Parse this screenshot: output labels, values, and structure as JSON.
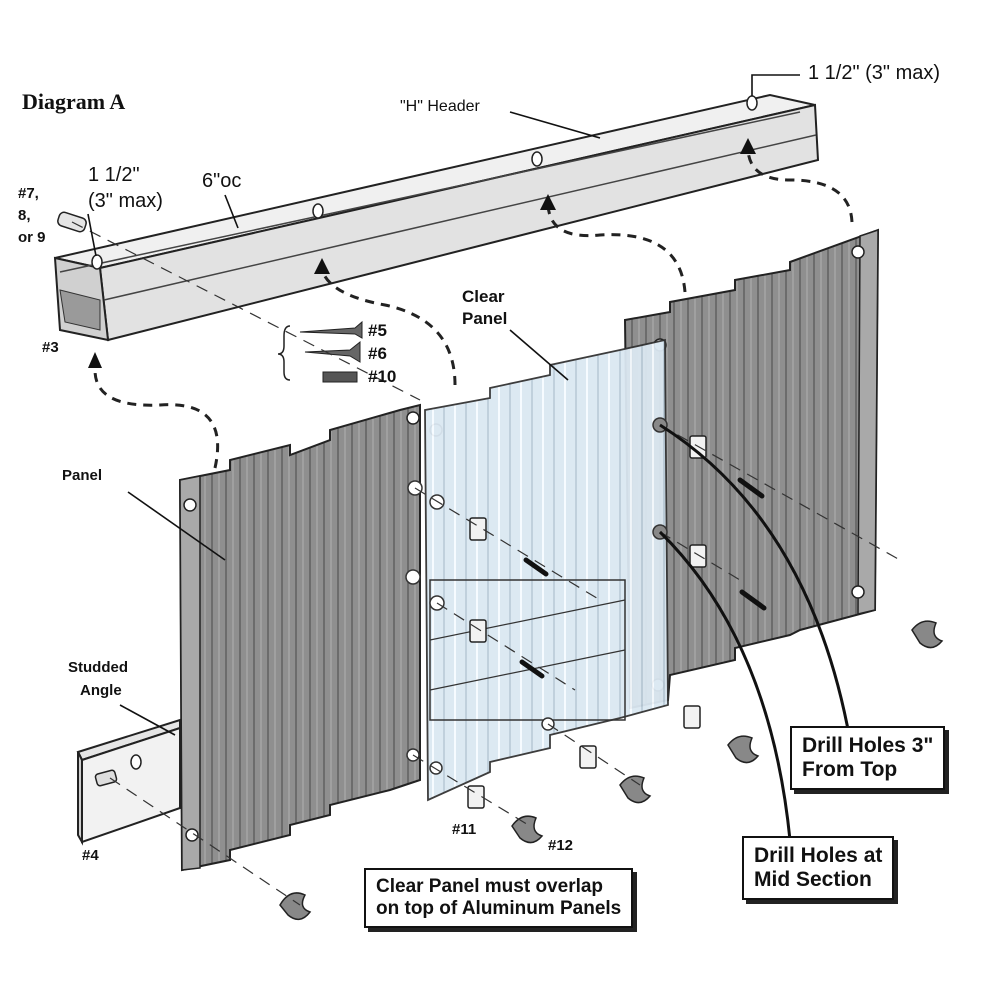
{
  "diagram": {
    "title": "Diagram A",
    "labels": {
      "header": "\"H\" Header",
      "top_right_spacing": "1 1/2\" (3\" max)",
      "left_spacing_1": "1 1/2\"",
      "left_spacing_2": "(3\" max)",
      "oc_spacing": "6\"oc",
      "bolt_options_1": "#7,",
      "bolt_options_2": "8,",
      "bolt_options_3": "or 9",
      "part_3": "#3",
      "screw_5": "#5",
      "screw_6": "#6",
      "screw_10": "#10",
      "clear_panel_1": "Clear",
      "clear_panel_2": "Panel",
      "panel": "Panel",
      "studded_angle_1": "Studded",
      "studded_angle_2": "Angle",
      "part_4": "#4",
      "part_11": "#11",
      "part_12": "#12"
    },
    "callouts": {
      "drill_top_1": "Drill Holes 3\"",
      "drill_top_2": "From Top",
      "drill_mid_1": "Drill Holes at",
      "drill_mid_2": "Mid Section",
      "overlap_1": "Clear Panel must overlap",
      "overlap_2": "on top of Aluminum Panels"
    }
  }
}
